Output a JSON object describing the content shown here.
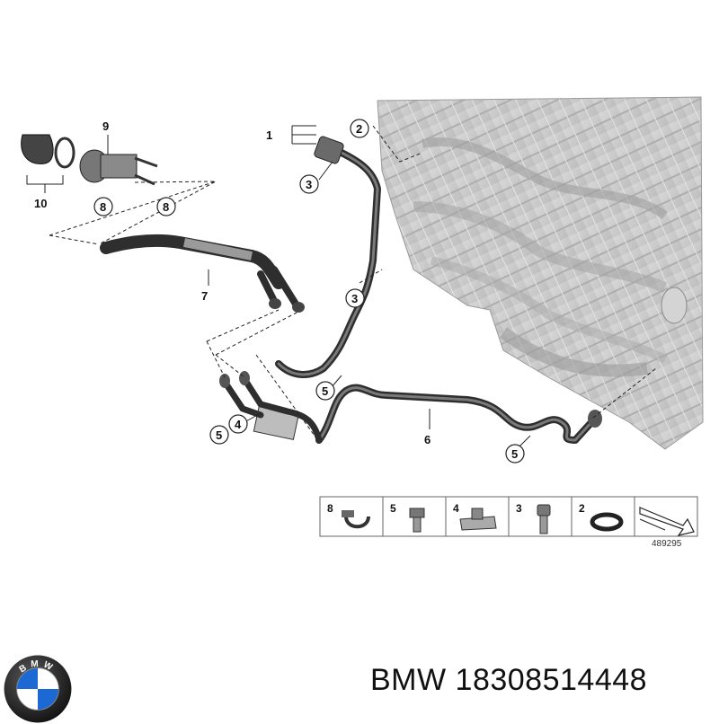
{
  "diagram": {
    "callouts": {
      "c1": "1",
      "c2": "2",
      "c3a": "3",
      "c3b": "3",
      "c4": "4",
      "c5a": "5",
      "c5b": "5",
      "c5c": "5",
      "c6": "6",
      "c7": "7",
      "c8a": "8",
      "c8b": "8",
      "c9": "9",
      "c10": "10"
    },
    "legend": {
      "items": [
        "8",
        "5",
        "4",
        "3",
        "2"
      ],
      "reference_number": "489295"
    }
  },
  "brand": {
    "name": "BMW",
    "part_number": "18308514448",
    "logo_letters": "BMW"
  },
  "colors": {
    "engine_fill": "#c9c9c9",
    "hose": "#2e2e2e",
    "logo_blue": "#1c69d4",
    "logo_ring": "#1a1a1a"
  }
}
